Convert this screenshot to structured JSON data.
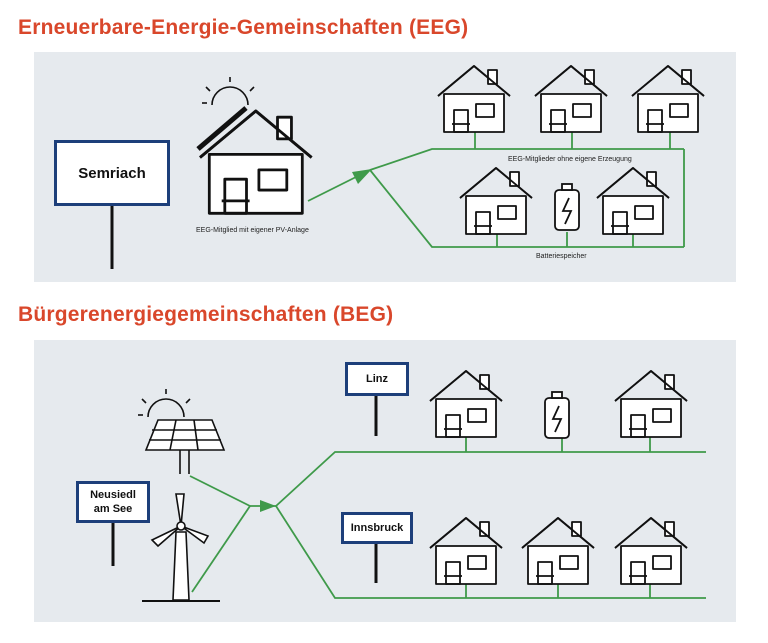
{
  "eeg": {
    "title": "Erneuerbare-Energie-Gemeinschaften (EEG)",
    "sign": "Semriach",
    "caption_member_pv": "EEG-Mitglied mit eigener PV-Anlage",
    "caption_members_no_gen": "EEG-Mitglieder ohne eigene Erzeugung",
    "caption_battery": "Batteriespeicher"
  },
  "beg": {
    "title": "Bürgerenergiegemeinschaften (BEG)",
    "sign_main": "Neusiedl am See",
    "sign_linz": "Linz",
    "sign_innsbruck": "Innsbruck"
  },
  "colors": {
    "title": "#d9472b",
    "panel": "#e6eaee",
    "line": "#3f9a4a",
    "sign_border": "#1d3f7a",
    "stroke": "#111111"
  }
}
